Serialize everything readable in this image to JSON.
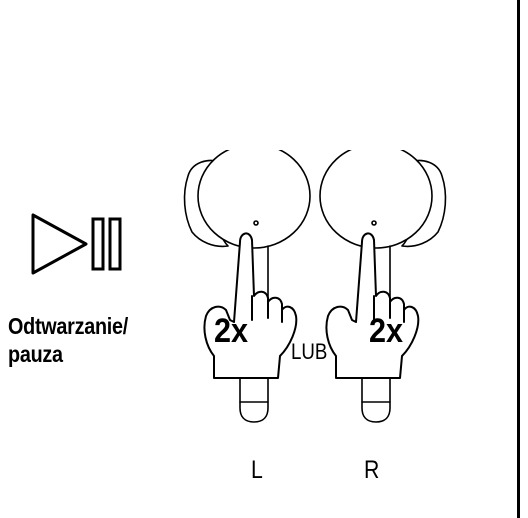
{
  "icons": {
    "play_pause": "play-pause-icon",
    "earbud": "earbud-icon",
    "hand": "tapping-hand-icon"
  },
  "action_label": {
    "line1": "Odtwarzanie/",
    "line2": "pauza"
  },
  "tap_count_left": "2x",
  "tap_count_right": "2x",
  "separator": "LUB",
  "side_left": "L",
  "side_right": "R",
  "colors": {
    "stroke": "#000000",
    "background": "#ffffff"
  }
}
